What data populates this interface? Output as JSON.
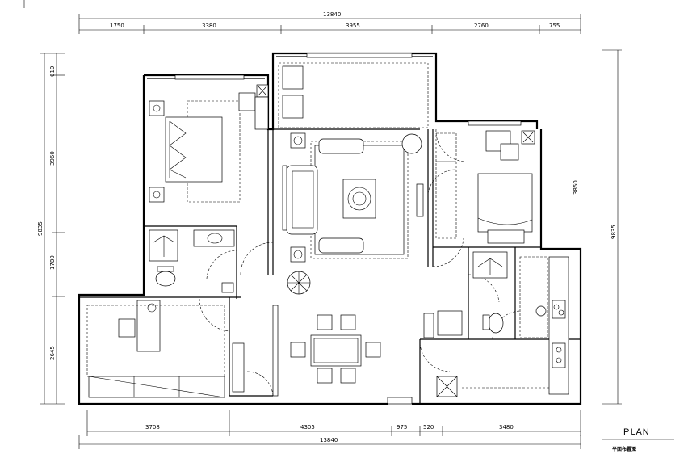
{
  "drawing": {
    "title": "PLAN",
    "subtitle": "平面布置图",
    "top_dimensions": {
      "total": "13840",
      "segments": [
        "1750",
        "3380",
        "3955",
        "2760",
        "755"
      ]
    },
    "bottom_dimensions": {
      "total": "13840",
      "segments": [
        "3708",
        "4305",
        "975",
        "520",
        "3480"
      ]
    },
    "left_dimensions": {
      "total": "9835",
      "segments": [
        "610",
        "3960",
        "1780",
        "2645"
      ]
    },
    "right_dimensions": {
      "total": "9835",
      "inner": "3850"
    }
  }
}
